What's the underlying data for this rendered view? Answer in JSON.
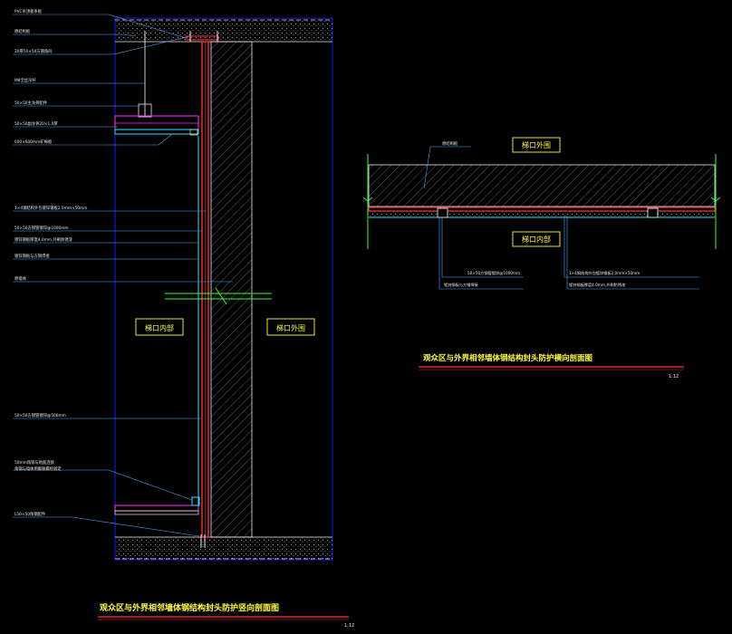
{
  "drawing": {
    "title": "CAD section detail drawing",
    "colors": {
      "background": "#000000",
      "frame": "#1a1aff",
      "leader": "#4da6ff",
      "steel": "#ff3030",
      "magenta": "#ff33ff",
      "cyan": "#33e0ff",
      "green": "#33ff33",
      "yellow": "#ffff33",
      "white": "#e8e8e8",
      "hatch": "#8a8a8a"
    }
  },
  "left_section": {
    "room_tag_left": "梯口内部",
    "room_tag_right": "梯口外围",
    "labels": [
      "PVC吊顶板条板",
      "原结构板",
      "20厚50×50方钢角码",
      "M8全丝吊杆",
      "50×50主龙骨配件",
      "50×50副龙骨20×1.0厚",
      "600×600mm矿棉板",
      "1×4钢结构外包镀锌钢板2.0mm×50mm",
      "50×50方钢管镀锌@1000mm",
      "镀锌钢板厚度4.0mm,外刷防锈漆",
      "镀锌钢板与方钢焊接",
      "原墙体",
      "50×50方钢管镀锌@500mm",
      "50mm角铁与地面连接",
      "角钢与墙体用膨胀螺栓固定",
      "L50×50角钢配件"
    ],
    "caption": "观众区与外界相邻墙体钢结构封头防护竖向剖面图",
    "scale": "1:12"
  },
  "right_section": {
    "top_label": "原结构板",
    "room_tag_top": "梯口外围",
    "room_tag_bottom": "梯口内部",
    "labels": [
      "50×50方钢管镀锌@1000mm",
      "镀锌钢板与方钢焊接",
      "1×4钢结构外包镀锌钢板2.0mm×50mm",
      "镀锌钢板厚度4.0mm,外刷防锈漆"
    ],
    "caption": "观众区与外界相邻墙体钢结构封头防护横向剖面图",
    "scale": "1:12"
  }
}
